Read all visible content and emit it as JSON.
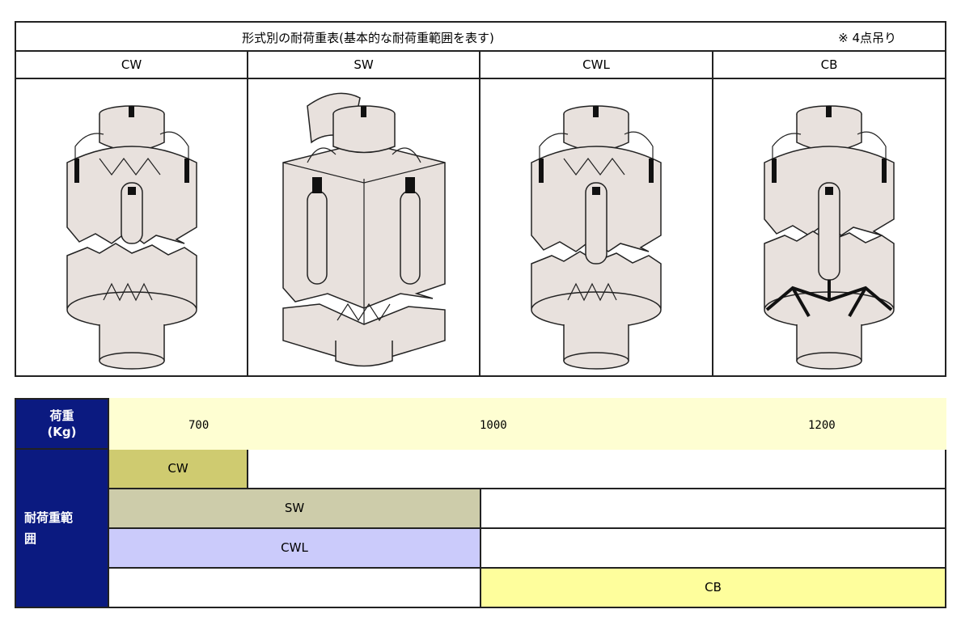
{
  "top_table": {
    "title": "形式別の耐荷重表(基本的な耐荷重範囲を表す)",
    "note": "※ 4点吊り",
    "types": [
      "CW",
      "SW",
      "CWL",
      "CB"
    ]
  },
  "load_table": {
    "header": "荷重\n(Kg)",
    "header_line1": "荷重",
    "header_line2": "(Kg)",
    "axis_values": [
      "700",
      "1000",
      "1200"
    ],
    "range_label": "耐荷重範囲",
    "range_label_line1": "耐荷重範",
    "range_label_line2": "囲",
    "rows": [
      {
        "type": "CW",
        "color": "#cfcb70"
      },
      {
        "type": "SW",
        "color": "#cdccaa"
      },
      {
        "type": "CWL",
        "color": "#cbcbfb"
      },
      {
        "type": "CB",
        "color": "#fefe9c"
      }
    ]
  },
  "colors": {
    "header_navy": "#0b1a80",
    "axis_yellow": "#fefed2",
    "bag_fill": "#e8e1dd"
  }
}
